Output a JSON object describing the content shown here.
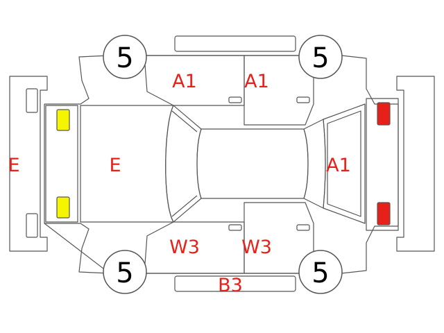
{
  "colors": {
    "outline": "#555555",
    "code_text": "#e8201a",
    "front_lamp": "#f5f500",
    "rear_lamp": "#e8201a"
  },
  "tires": {
    "front_left": "5",
    "rear_left": "5",
    "front_right": "5",
    "rear_right": "5"
  },
  "codes": {
    "front_bumper": "E",
    "hood": "E",
    "left_front_door": "A1",
    "left_rear_door": "A1",
    "trunk": "A1",
    "right_front_door": "W3",
    "right_rear_door": "W3",
    "right_side_sill": "B3"
  }
}
